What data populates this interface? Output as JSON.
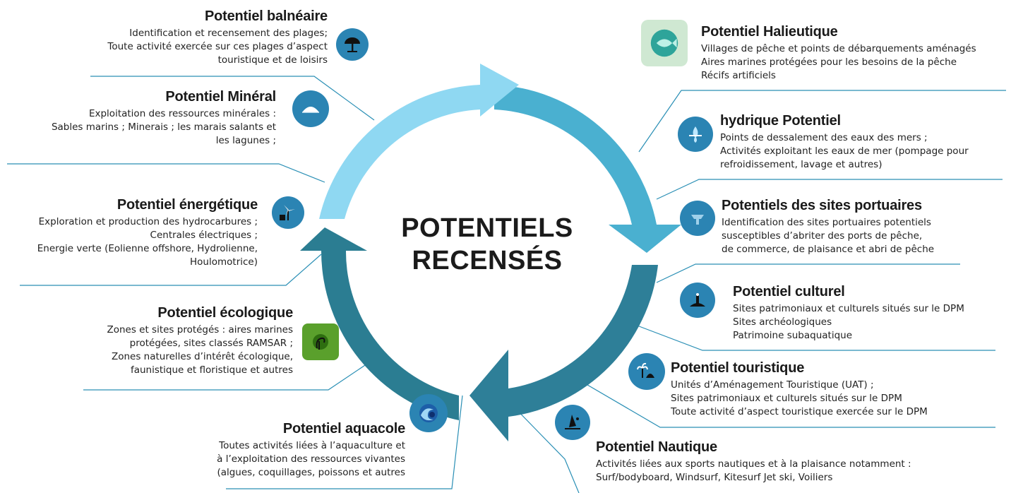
{
  "center": {
    "line1": "POTENTIELS",
    "line2": "RECENSÉS"
  },
  "colors": {
    "arrow_top": "#4ab0d0",
    "arrow_right": "#3a97b4",
    "arrow_bottom": "#2e7f98",
    "arrow_left": "#8fd8f2",
    "leader": "#2a8fb5",
    "icon_bg": "#2b84b3"
  },
  "items": {
    "balneaire": {
      "title": "Potentiel balnéaire",
      "lines": [
        "Identification et recensement des plages;",
        "Toute activité exercée sur ces plages d’aspect",
        "touristique et de loisirs"
      ],
      "icon": "beach-umbrella-icon"
    },
    "mineral": {
      "title": "Potentiel Minéral",
      "lines": [
        "Exploitation des ressources minérales :",
        "Sables marins ; Minerais ; les marais salants et",
        "les lagunes ;"
      ],
      "icon": "salt-mound-icon"
    },
    "energetique": {
      "title": "Potentiel énergétique",
      "lines": [
        "Exploration et production des hydrocarbures ;",
        "Centrales électriques ;",
        "Energie verte (Eolienne offshore, Hydrolienne,",
        "Houlomotrice)"
      ],
      "icon": "wind-turbine-icon"
    },
    "ecologique": {
      "title": "Potentiel écologique",
      "lines": [
        "Zones et sites protégés : aires marines",
        "protégées, sites classés RAMSAR ;",
        "Zones naturelles d’intérêt écologique,",
        "faunistique et floristique et autres"
      ],
      "icon": "flamingo-icon"
    },
    "aquacole": {
      "title": "Potentiel aquacole",
      "lines": [
        "Toutes activités liées à l’aquaculture et",
        "à l’exploitation des ressources vivantes",
        "(algues, coquillages, poissons et autres"
      ],
      "icon": "wave-icon"
    },
    "halieutique": {
      "title": "Potentiel Halieutique",
      "lines": [
        "Villages de pêche et points de débarquements aménagés",
        "Aires marines protégées pour les besoins de la pêche",
        "Récifs artificiels"
      ],
      "icon": "fish-icon"
    },
    "hydrique": {
      "title": "hydrique Potentiel",
      "lines": [
        "Points de dessalement des eaux des mers ;",
        "Activités exploitant les eaux de mer (pompage pour",
        "refroidissement, lavage et autres)"
      ],
      "icon": "water-drop-icon"
    },
    "portuaires": {
      "title": "Potentiels des sites portuaires",
      "lines": [
        "Identification des sites portuaires potentiels",
        "susceptibles d’abriter des ports de pêche,",
        "de commerce, de plaisance et abri de pêche"
      ],
      "icon": "port-icon"
    },
    "culturel": {
      "title": "Potentiel culturel",
      "lines": [
        "Sites patrimoniaux et culturels situés sur le DPM",
        "Sites archéologiques",
        "Patrimoine subaquatique"
      ],
      "icon": "lighthouse-icon"
    },
    "touristique": {
      "title": "Potentiel touristique",
      "lines": [
        "Unités d’Aménagement Touristique (UAT) ;",
        "Sites patrimoniaux et culturels situés sur le DPM",
        "Toute activité d’aspect touristique exercée sur le DPM"
      ],
      "icon": "palm-tree-icon"
    },
    "nautique": {
      "title": "Potentiel Nautique",
      "lines": [
        "Activités liées aux sports nautiques et à la plaisance notamment :",
        "Surf/bodyboard, Windsurf, Kitesurf Jet ski, Voiliers"
      ],
      "icon": "windsurf-icon"
    }
  }
}
